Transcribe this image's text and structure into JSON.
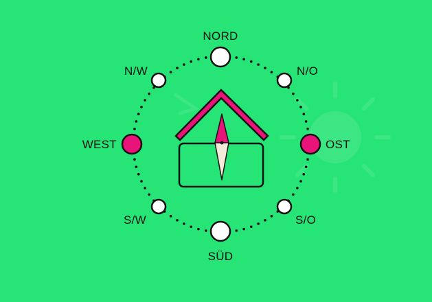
{
  "colors": {
    "background": "#26e475",
    "ring_dots": "#111111",
    "minor_point_fill": "#ffffff",
    "major_point_fill": "#ffffff",
    "east_west_fill": "#e8147a",
    "outline": "#111111",
    "roof": "#e8147a",
    "needle_north": "#e8147a",
    "needle_south": "#f3ead8"
  },
  "directions": {
    "north": "NORD",
    "north_east": "N/O",
    "east": "OST",
    "south_east": "S/O",
    "south": "SÜD",
    "south_west": "S/W",
    "west": "WEST",
    "north_west": "N/W"
  },
  "icons": {
    "house": "house-icon",
    "needle": "compass-needle-icon"
  }
}
